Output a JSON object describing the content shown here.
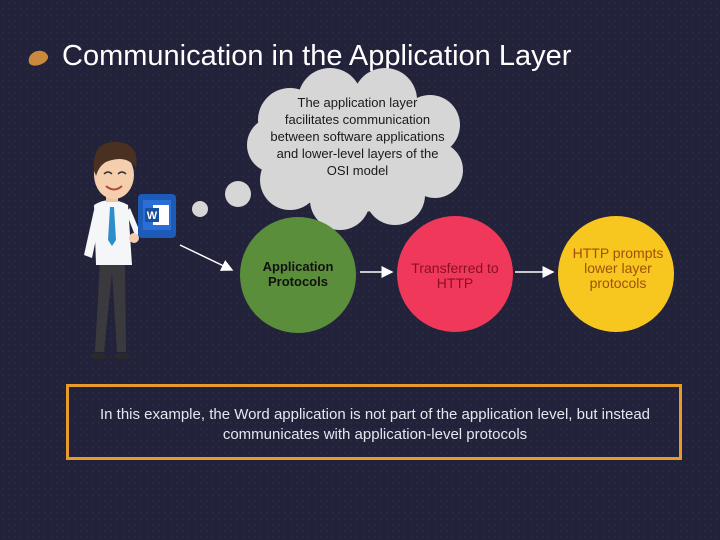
{
  "title": "Communication in the Application Layer",
  "cloud_text": "The application layer facilitates communication between software applications and lower-level layers of the OSI model",
  "circles": {
    "green_label": "Application Protocols",
    "red_label": "Transferred to HTTP",
    "yellow_label": "HTTP prompts lower layer protocols"
  },
  "note": "In this example, the Word application is not part of the application level, but instead communicates with application-level protocols",
  "colors": {
    "background": "#22223a",
    "green": "#5a8e3a",
    "red": "#f0395a",
    "yellow": "#f7c71f",
    "border": "#e89a2a"
  },
  "icons": [
    "person-illustration",
    "word-icon",
    "arrow-icon"
  ]
}
